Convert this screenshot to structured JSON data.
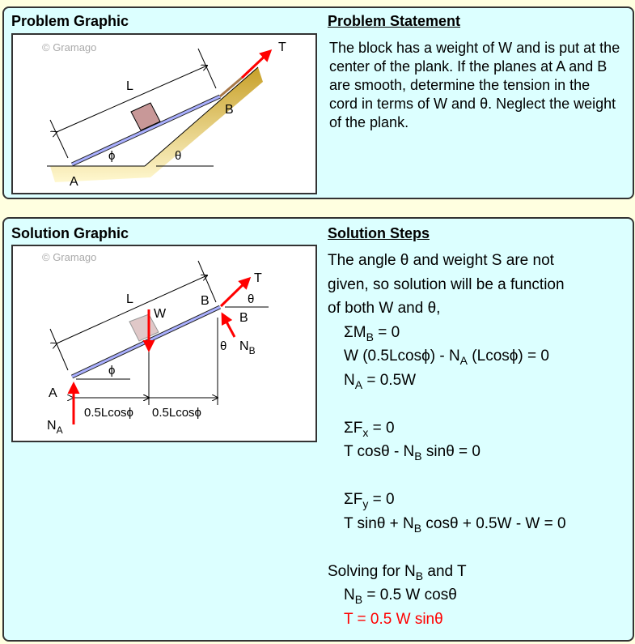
{
  "problem": {
    "graphic_title": "Problem Graphic",
    "statement_title": "Problem Statement",
    "statement": "The block has a weight of W and is put at the center of the plank. If the planes at A and B are smooth, determine the tension in the cord in terms of W and θ. Neglect the weight of the plank.",
    "labels": {
      "copyright": "© Gramago",
      "L": "L",
      "T": "T",
      "A": "A",
      "B": "B",
      "phi": "ϕ",
      "theta": "θ"
    }
  },
  "solution": {
    "graphic_title": "Solution Graphic",
    "steps_title": "Solution Steps",
    "labels": {
      "copyright": "© Gramago",
      "L": "L",
      "T": "T",
      "W": "W",
      "A": "A",
      "B": "B",
      "B2": "B",
      "N": "N",
      "A_sub": "A",
      "B_sub": "B",
      "phi": "ϕ",
      "theta": "θ",
      "theta2": "θ",
      "dim1": "0.5Lcosϕ",
      "dim2": "0.5Lcosϕ"
    },
    "intro": [
      "The angle θ and weight S are not",
      "given, so solution will be a function",
      "of both W and θ,"
    ],
    "steps": {
      "s1a": "ΣM",
      "s1s": "B",
      "s1b": " = 0",
      "s2a": "W (0.5Lcosϕ) - N",
      "s2s": "A",
      "s2b": " (Lcosϕ) = 0",
      "s3a": "N",
      "s3s": "A",
      "s3b": " = 0.5W",
      "s4a": "ΣF",
      "s4s": "x",
      "s4b": " = 0",
      "s5a": "T cosθ - N",
      "s5s": "B",
      "s5b": " sinθ = 0",
      "s6a": "ΣF",
      "s6s": "y",
      "s6b": " = 0",
      "s7a": "T sinθ + N",
      "s7s": "B",
      "s7b": " cosθ + 0.5W - W = 0",
      "s8a": "Solving for N",
      "s8s": "B",
      "s8b": " and T",
      "s9a": "N",
      "s9s": "B",
      "s9b": " = 0.5 W cosθ",
      "s10": "T = 0.5 W sinθ"
    },
    "answer_color": "#ff0000"
  }
}
